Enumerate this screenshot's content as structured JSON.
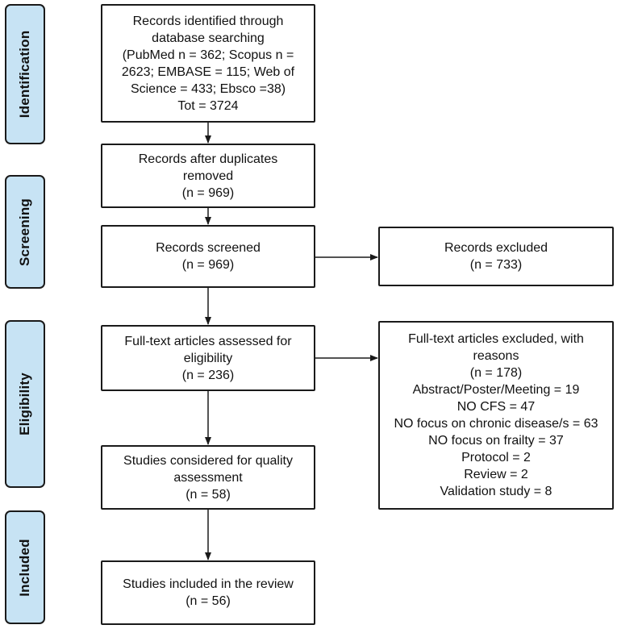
{
  "phases": {
    "identification": "Identification",
    "screening": "Screening",
    "eligibility": "Eligibility",
    "included": "Included"
  },
  "boxes": {
    "identified": {
      "lines": [
        "Records identified through",
        "database searching",
        "(PubMed n = 362; Scopus n =",
        "2623; EMBASE = 115; Web of",
        "Science = 433; Ebsco =38)",
        "Tot = 3724"
      ]
    },
    "after_duplicates": {
      "lines": [
        "Records after duplicates",
        "removed",
        "(n = 969)"
      ]
    },
    "screened": {
      "lines": [
        "Records screened",
        "(n = 969)"
      ]
    },
    "excluded": {
      "lines": [
        "Records excluded",
        "(n = 733)"
      ]
    },
    "fulltext_assessed": {
      "lines": [
        "Full-text articles assessed for",
        "eligibility",
        "(n = 236)"
      ]
    },
    "fulltext_excluded": {
      "lines": [
        "Full-text articles excluded, with",
        "reasons",
        "(n = 178)",
        "Abstract/Poster/Meeting = 19",
        "NO CFS = 47",
        "NO focus on chronic disease/s = 63",
        "NO focus on frailty = 37",
        "Protocol = 2",
        "Review = 2",
        "Validation study = 8"
      ]
    },
    "quality": {
      "lines": [
        "Studies considered for quality",
        "assessment",
        "(n = 58)"
      ]
    },
    "included_review": {
      "lines": [
        "Studies included in the review",
        "(n = 56)"
      ]
    }
  }
}
